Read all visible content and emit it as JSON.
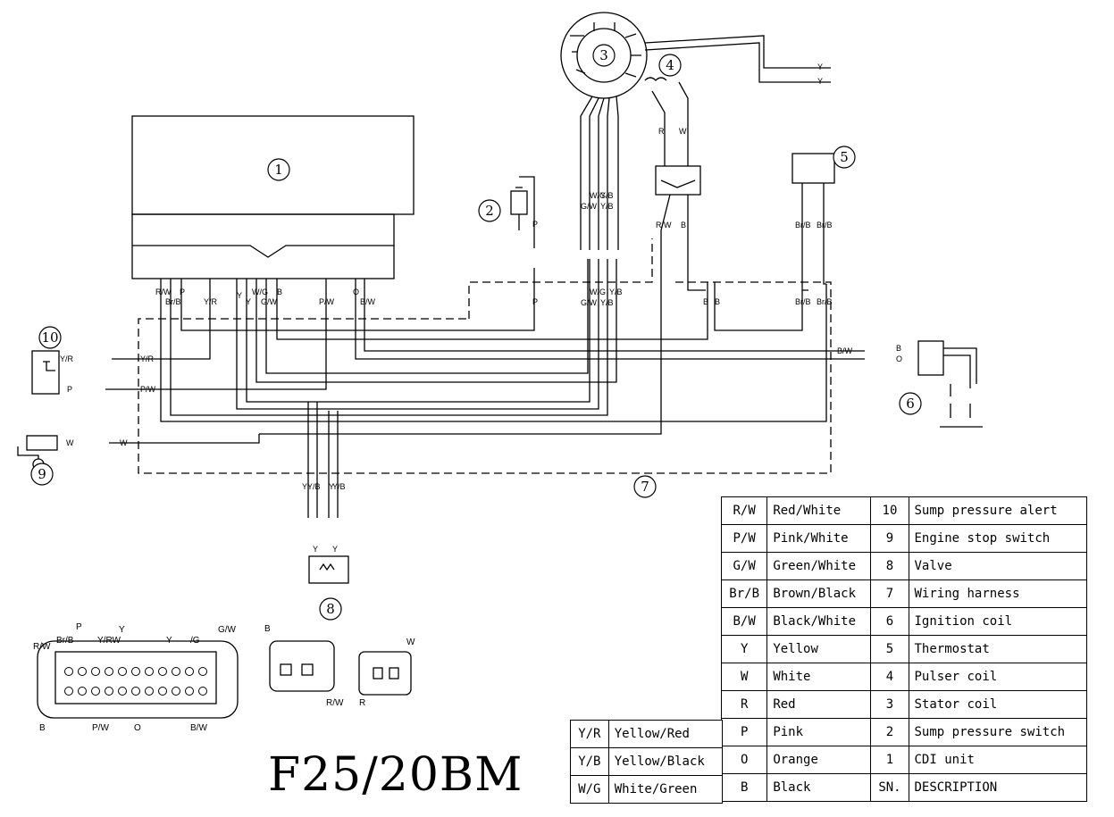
{
  "model": "F25/20BM",
  "callouts": [
    "1",
    "2",
    "3",
    "4",
    "5",
    "6",
    "7",
    "8",
    "9",
    "10"
  ],
  "wire_labels": {
    "cdi": [
      "R/W",
      "Br/B",
      "P",
      "Y/R",
      "Y",
      "Y",
      "W/G",
      "G/W",
      "B",
      "P/W",
      "O",
      "B/W"
    ],
    "stator": [
      "W/G",
      "Y/B",
      "G/W",
      "Y/B",
      "W/G",
      "Y/B",
      "G/W",
      "Y/B",
      "Y",
      "Y"
    ],
    "pulser": [
      "R",
      "W",
      "R/W",
      "B",
      "B",
      "B"
    ],
    "thermo": [
      "Br/B",
      "Br/B",
      "Br/B",
      "Br/B"
    ],
    "switch": [
      "P",
      "P"
    ],
    "ignition": [
      "B/W",
      "B",
      "O"
    ],
    "alert": [
      "Y/R",
      "Y/R",
      "P",
      "P/W"
    ],
    "stop": [
      "W",
      "W"
    ],
    "valve": [
      "Y",
      "Y/B",
      "Y",
      "Y/B",
      "Y",
      "Y"
    ]
  },
  "connector_labels": {
    "large": [
      "R/W",
      "Br/B",
      "P",
      "Y/RW",
      "Y",
      "Y",
      "/G",
      "G/W",
      "B",
      "P/W",
      "O",
      "B/W"
    ],
    "left": [
      "B",
      "R/W"
    ],
    "right": [
      "W",
      "R"
    ]
  },
  "legend_main": [
    {
      "code": "R/W",
      "color": "Red/White",
      "sn": "10",
      "desc": "Sump pressure alert"
    },
    {
      "code": "P/W",
      "color": "Pink/White",
      "sn": "9",
      "desc": "Engine stop switch"
    },
    {
      "code": "G/W",
      "color": "Green/White",
      "sn": "8",
      "desc": "Valve"
    },
    {
      "code": "Br/B",
      "color": "Brown/Black",
      "sn": "7",
      "desc": "Wiring harness"
    },
    {
      "code": "B/W",
      "color": "Black/White",
      "sn": "6",
      "desc": "Ignition coil"
    },
    {
      "code": "Y",
      "color": "Yellow",
      "sn": "5",
      "desc": "Thermostat"
    },
    {
      "code": "W",
      "color": "White",
      "sn": "4",
      "desc": "Pulser coil"
    },
    {
      "code": "R",
      "color": "Red",
      "sn": "3",
      "desc": "Stator coil"
    },
    {
      "code": "P",
      "color": "Pink",
      "sn": "2",
      "desc": "Sump pressure switch"
    },
    {
      "code": "O",
      "color": "Orange",
      "sn": "1",
      "desc": "CDI unit"
    },
    {
      "code": "B",
      "color": "Black",
      "sn": "SN.",
      "desc": "DESCRIPTION"
    }
  ],
  "legend_extra": [
    {
      "code": "Y/R",
      "color": "Yellow/Red"
    },
    {
      "code": "Y/B",
      "color": "Yellow/Black"
    },
    {
      "code": "W/G",
      "color": "White/Green"
    }
  ]
}
